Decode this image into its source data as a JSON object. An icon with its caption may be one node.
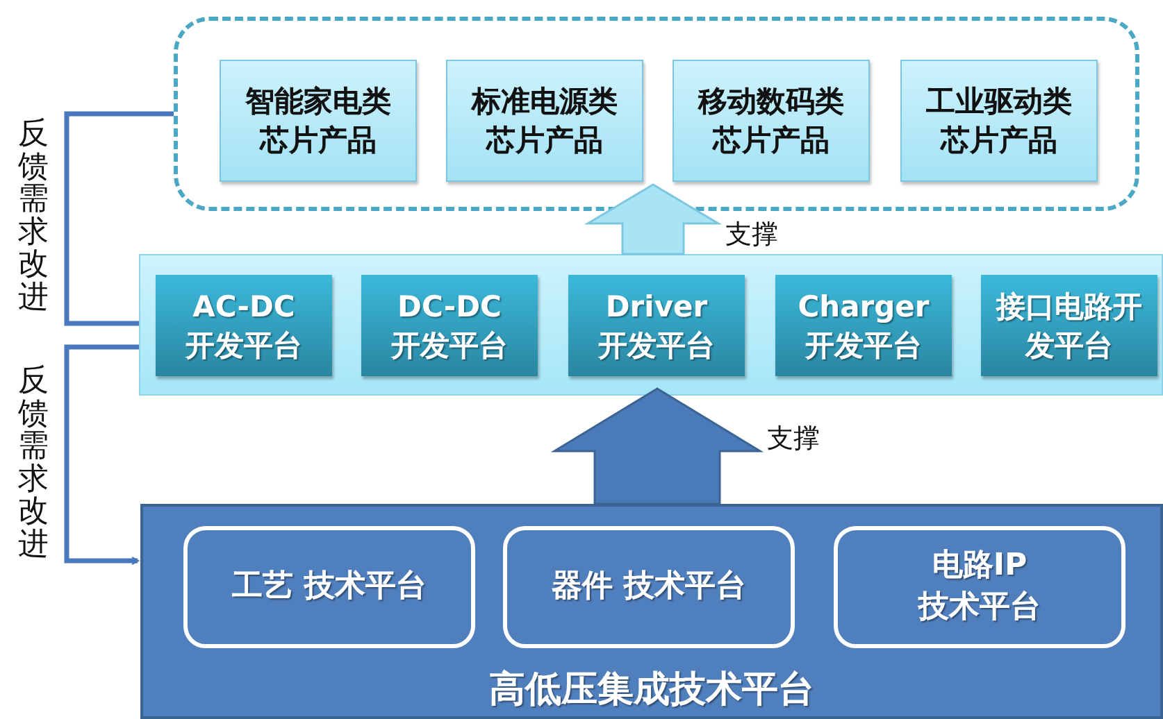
{
  "diagram": {
    "nodes": [
      {
        "text": [],
        "shape": "box"
      },
      {
        "text": [
          "智能家电类芯片产品"
        ],
        "in": 0
      },
      {
        "text": [
          "标准电源类芯片产品"
        ],
        "in": 0
      },
      {
        "text": [
          "移动数码类芯片产品"
        ],
        "in": 0
      },
      {
        "text": [
          "工业驱动类芯片产品"
        ],
        "in": 0
      },
      {
        "text": [],
        "shape": "box"
      },
      {
        "text": [
          "AC-DC 开发平台"
        ],
        "in": 5
      },
      {
        "text": [
          "DC-DC 开发平台"
        ],
        "in": 5
      },
      {
        "text": [
          "Driver 开发平台"
        ],
        "in": 5
      },
      {
        "text": [
          "Charger 开发平台"
        ],
        "in": 5
      },
      {
        "text": [
          "接口电路开发平台"
        ],
        "in": 5
      },
      {
        "text": [
          "高低压集成技术平台"
        ]
      },
      {
        "text": [
          "工艺 技术平台"
        ],
        "in": 11
      },
      {
        "text": [
          "器件 技术平台"
        ],
        "in": 11
      },
      {
        "text": [
          "电路IP 技术平台"
        ],
        "in": 11
      }
    ],
    "edges": [
      {
        "from": 5,
        "to": 0,
        "arrow": "to",
        "label": "支撑",
        "style": "thick",
        "color": "#a9e4f5"
      },
      {
        "from": 11,
        "to": 5,
        "arrow": "to",
        "label": "支撑",
        "style": "thick",
        "color": "#4a7ab8"
      },
      {
        "from": 0,
        "to": 6,
        "arrow": "to",
        "label": "反馈需求改进"
      },
      {
        "from": 6,
        "to": 11,
        "arrow": "to",
        "label": "反馈需求改进"
      }
    ]
  }
}
